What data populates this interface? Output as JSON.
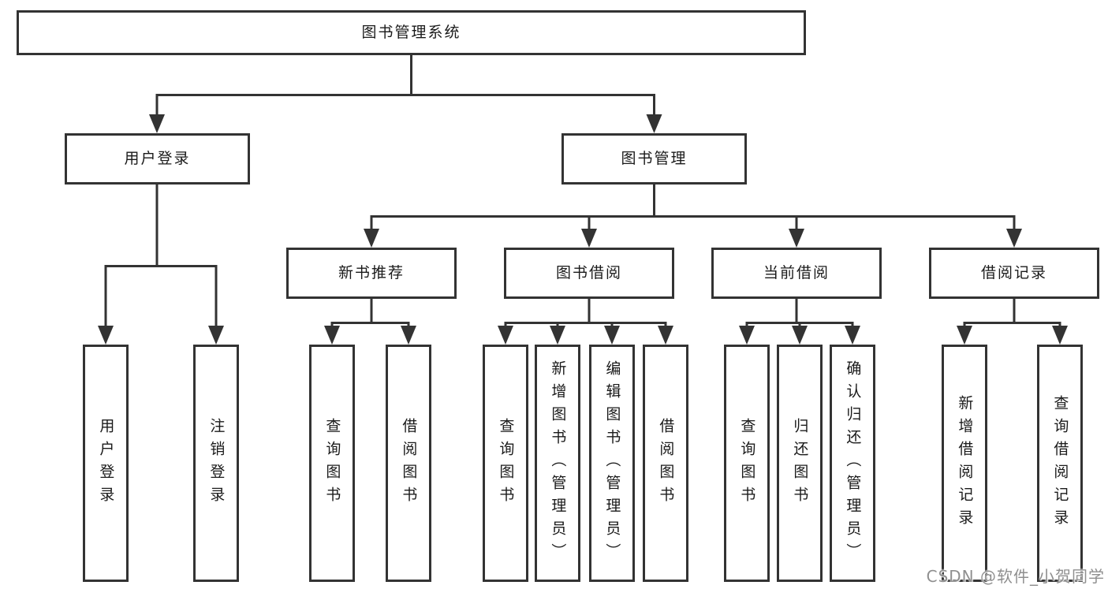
{
  "diagram": {
    "tree": {
      "label": "图书管理系统",
      "children": [
        {
          "label": "用户登录",
          "children": [
            {
              "label": "用户登录"
            },
            {
              "label": "注销登录"
            }
          ]
        },
        {
          "label": "图书管理",
          "children": [
            {
              "label": "新书推荐",
              "children": [
                {
                  "label": "查询图书"
                },
                {
                  "label": "借阅图书"
                }
              ]
            },
            {
              "label": "图书借阅",
              "children": [
                {
                  "label": "查询图书"
                },
                {
                  "label": "新增图书（管理员）"
                },
                {
                  "label": "编辑图书（管理员）"
                },
                {
                  "label": "借阅图书"
                }
              ]
            },
            {
              "label": "当前借阅",
              "children": [
                {
                  "label": "查询图书"
                },
                {
                  "label": "归还图书"
                },
                {
                  "label": "确认归还（管理员）"
                }
              ]
            },
            {
              "label": "借阅记录",
              "children": [
                {
                  "label": "新增借阅记录"
                },
                {
                  "label": "查询借阅记录"
                }
              ]
            }
          ]
        }
      ]
    },
    "watermark": "CSDN @软件_小贺同学",
    "colors": {
      "line": "#333333",
      "text": "#1a1a1a",
      "background": "#ffffff",
      "watermark": "#8f8f8f"
    }
  }
}
